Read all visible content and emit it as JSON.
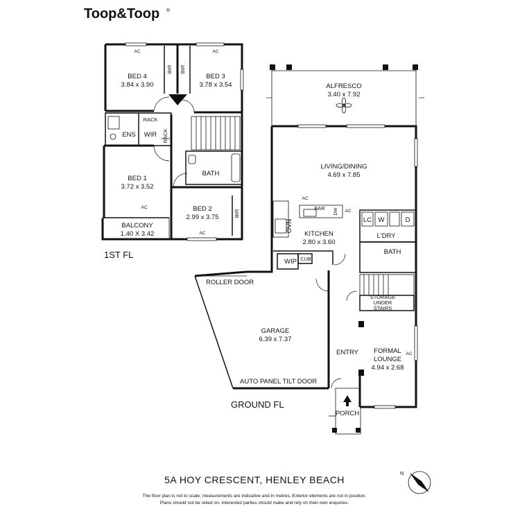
{
  "brand": {
    "name": "Toop&Toop",
    "mark": "®"
  },
  "first_floor": {
    "label": "1ST FL",
    "rooms": {
      "bed4": {
        "name": "BED 4",
        "size": "3.84 x 3.90"
      },
      "bed3": {
        "name": "BED 3",
        "size": "3.78 x 3.54"
      },
      "bed1": {
        "name": "BED 1",
        "size": "3.72 x 3.52"
      },
      "bed2": {
        "name": "BED 2",
        "size": "2.99 x 3.75"
      },
      "balcony": {
        "name": "BALCONY",
        "size": "1.40 X 3.42"
      },
      "ens": "ENS",
      "wir": "WIR",
      "rack": "RACK",
      "bath": "BATH",
      "bir": "BIR"
    }
  },
  "ground_floor": {
    "label": "GROUND FL",
    "rooms": {
      "alfresco": {
        "name": "ALFRESCO",
        "size": "3.40 x 7.92"
      },
      "living": {
        "name": "LIVING/DINING",
        "size": "4.69 x 7.85"
      },
      "kitchen": {
        "name": "KITCHEN",
        "size": "2.80 x 3.60"
      },
      "garage": {
        "name": "GARAGE",
        "size": "6.39 x 7.37"
      },
      "lounge": {
        "name": "FORMAL",
        "name2": "LOUNGE",
        "size": "4.94 x 2.68"
      },
      "laundry": "L'DRY",
      "bath": "BATH",
      "entry": "ENTRY",
      "porch": "PORCH",
      "wip": "WIP",
      "cub": "CUB",
      "bar": "BAR",
      "dw": "DW",
      "ovn": "OVN",
      "lc": "LC",
      "w": "W",
      "d": "D",
      "storage": {
        "line1": "STORAGE",
        "line2": "UNDER",
        "line3": "STAIRS"
      },
      "roller_door": "ROLLER DOOR",
      "tilt_door": "AUTO PANEL TILT DOOR"
    }
  },
  "ac_label": "AC",
  "compass_label": "N",
  "address": "5A HOY CRESCENT, HENLEY BEACH",
  "disclaimer": {
    "line1": "The floor plan is not to scale; measurements are indicative and in metres. Exterior elements are not in position.",
    "line2": "Plans should not be relied on. Interested parties should make and rely on their own enquiries."
  }
}
